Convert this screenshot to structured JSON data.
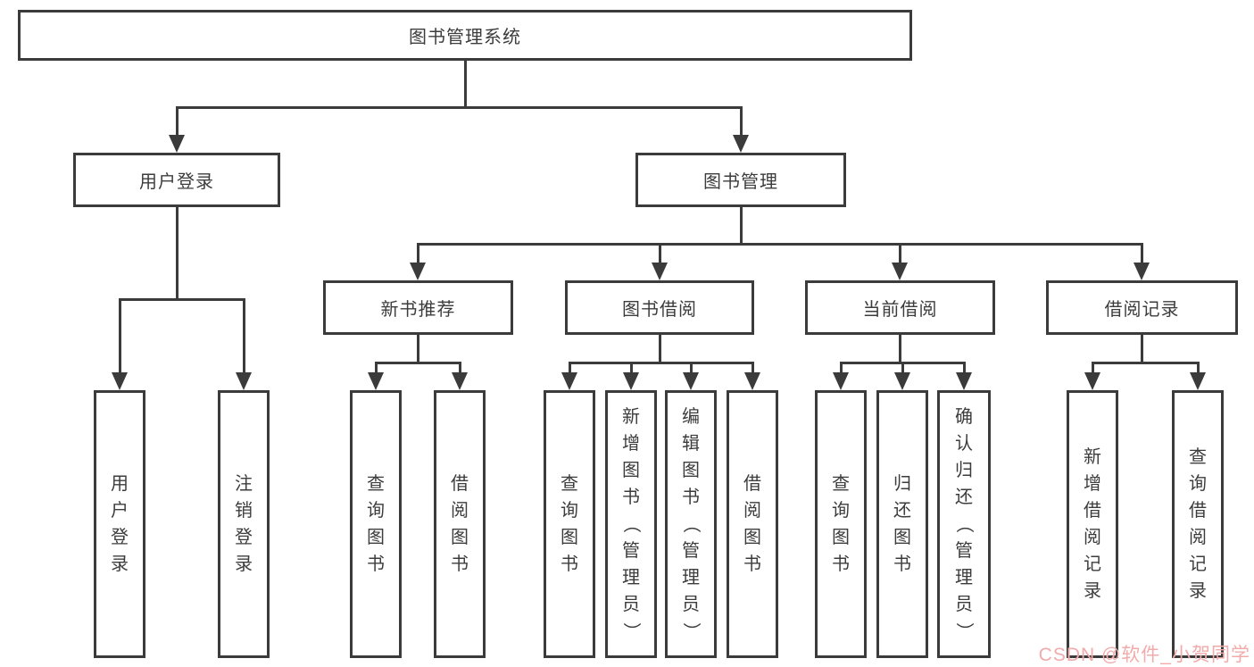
{
  "colors": {
    "line": "#3b3b3b",
    "text": "#3c3c3c",
    "background": "#ffffff",
    "watermark": "#f2abab"
  },
  "nodes": {
    "root": "图书管理系统",
    "user_login": "用户登录",
    "book_mgmt": "图书管理",
    "new_book_rec": "新书推荐",
    "book_borrow": "图书借阅",
    "current_borrow": "当前借阅",
    "borrow_records": "借阅记录",
    "leaf_user_login": "用户登录",
    "leaf_logout": "注销登录",
    "leaf_query_book_1": "查询图书",
    "leaf_borrow_book_1": "借阅图书",
    "leaf_query_book_2": "查询图书",
    "leaf_add_book_admin": "新增图书（管理员）",
    "leaf_edit_book_admin": "编辑图书（管理员）",
    "leaf_borrow_book_2": "借阅图书",
    "leaf_query_book_3": "查询图书",
    "leaf_return_book": "归还图书",
    "leaf_confirm_return_admin": "确认归还（管理员）",
    "leaf_add_borrow_record": "新增借阅记录",
    "leaf_query_borrow_record": "查询借阅记录"
  },
  "watermark": "CSDN @软件_小贺同学"
}
